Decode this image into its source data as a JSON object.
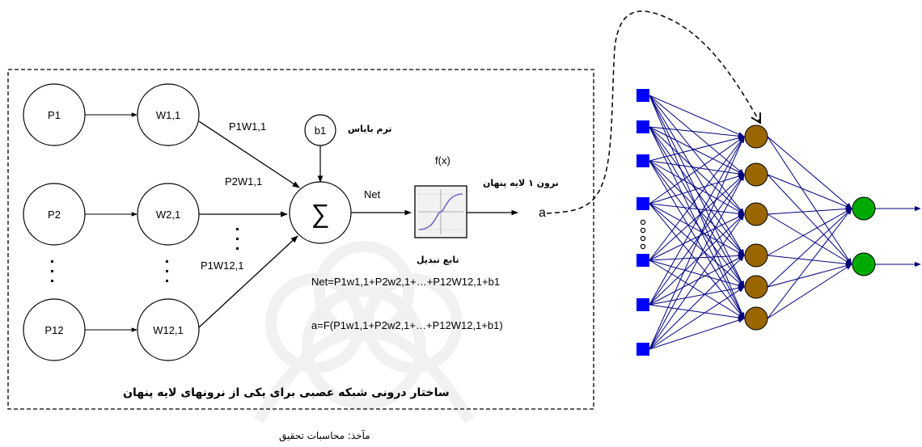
{
  "inputs": [
    "P1",
    "P2",
    "P12"
  ],
  "weights": [
    "W1,1",
    "W2,1",
    "W12,1"
  ],
  "products": [
    "P1W1,1",
    "P2W1,1",
    "P1W12,1"
  ],
  "bias": "b1",
  "bias_label": "ترم بایاس",
  "sum_symbol": "∑",
  "net_label": "Net",
  "transfer_fx": "f(x)",
  "transfer_label": "تابع تبدیل",
  "output_symbol": "a",
  "neuron_label": "نرون ۱ لایه پنهان",
  "formula_net": "Net=P1w1,1+P2w2,1+…+P12W12,1+b1",
  "formula_a": "a=F(P1w1,1+P2w2,1+…+P12W12,1+b1)",
  "box_title": "ساختار درونی شبکه عصبی برای یکی از نرونهای لایه پنهان",
  "source": "مآخذ: محاسبات تحقیق",
  "colors": {
    "input_node": "#0000ff",
    "hidden_node": "#996600",
    "output_node": "#00aa00",
    "connection": "#000080"
  }
}
